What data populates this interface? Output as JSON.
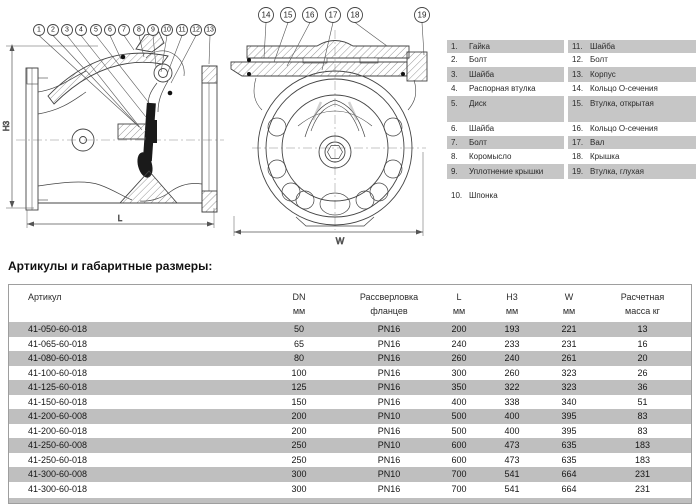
{
  "diagram": {
    "left_callouts": [
      "1",
      "2",
      "3",
      "4",
      "5",
      "6",
      "7",
      "8",
      "9",
      "10",
      "11",
      "12",
      "13"
    ],
    "right_callouts": [
      "14",
      "15",
      "16",
      "17",
      "18",
      "19"
    ],
    "dimension_labels": {
      "height": "H3",
      "length": "L",
      "width": "W"
    }
  },
  "parts_list": {
    "left_column": [
      {
        "num": "1.",
        "label": "Гайка"
      },
      {
        "num": "2.",
        "label": "Болт"
      },
      {
        "num": "3.",
        "label": "Шайба"
      },
      {
        "num": "4.",
        "label": "Распорная втулка"
      },
      {
        "num": "5.",
        "label": "Диск"
      },
      {
        "num": "6.",
        "label": "Шайба"
      },
      {
        "num": "7.",
        "label": "Болт"
      },
      {
        "num": "8.",
        "label": "Коромысло"
      },
      {
        "num": "9.",
        "label": "Уплотнение крышки"
      },
      {
        "num": "10.",
        "label": "Шпонка"
      }
    ],
    "right_column": [
      {
        "num": "11.",
        "label": "Шайба"
      },
      {
        "num": "12.",
        "label": "Болт"
      },
      {
        "num": "13.",
        "label": "Корпус"
      },
      {
        "num": "14.",
        "label": "Кольцо О-сечения"
      },
      {
        "num": "15.",
        "label": "Втулка, открытая"
      },
      {
        "num": "16.",
        "label": "Кольцо О-сечения"
      },
      {
        "num": "17.",
        "label": "Вал"
      },
      {
        "num": "18.",
        "label": "Крышка"
      },
      {
        "num": "19.",
        "label": "Втулка, глухая"
      }
    ]
  },
  "table": {
    "title": "Артикулы и габаритные размеры:",
    "columns": [
      {
        "name": "Артикул",
        "unit": ""
      },
      {
        "name": "DN",
        "unit": "мм"
      },
      {
        "name": "Рассверловка",
        "unit": "фланцев"
      },
      {
        "name": "L",
        "unit": "мм"
      },
      {
        "name": "H3",
        "unit": "мм"
      },
      {
        "name": "W",
        "unit": "мм"
      },
      {
        "name": "Расчетная",
        "unit": "масса кг"
      }
    ],
    "rows": [
      [
        "41-050-60-018",
        "50",
        "PN16",
        "200",
        "193",
        "221",
        "13"
      ],
      [
        "41-065-60-018",
        "65",
        "PN16",
        "240",
        "233",
        "231",
        "16"
      ],
      [
        "41-080-60-018",
        "80",
        "PN16",
        "260",
        "240",
        "261",
        "20"
      ],
      [
        "41-100-60-018",
        "100",
        "PN16",
        "300",
        "260",
        "323",
        "26"
      ],
      [
        "41-125-60-018",
        "125",
        "PN16",
        "350",
        "322",
        "323",
        "36"
      ],
      [
        "41-150-60-018",
        "150",
        "PN16",
        "400",
        "338",
        "340",
        "51"
      ],
      [
        "41-200-60-008",
        "200",
        "PN10",
        "500",
        "400",
        "395",
        "83"
      ],
      [
        "41-200-60-018",
        "200",
        "PN16",
        "500",
        "400",
        "395",
        "83"
      ],
      [
        "41-250-60-008",
        "250",
        "PN10",
        "600",
        "473",
        "635",
        "183"
      ],
      [
        "41-250-60-018",
        "250",
        "PN16",
        "600",
        "473",
        "635",
        "183"
      ],
      [
        "41-300-60-008",
        "300",
        "PN10",
        "700",
        "541",
        "664",
        "231"
      ],
      [
        "41-300-60-018",
        "300",
        "PN16",
        "700",
        "541",
        "664",
        "231"
      ]
    ]
  },
  "colors": {
    "table_stripe": "#bfbfbf",
    "parts_stripe": "#c6c6c6",
    "drawing_line": "#444444"
  }
}
